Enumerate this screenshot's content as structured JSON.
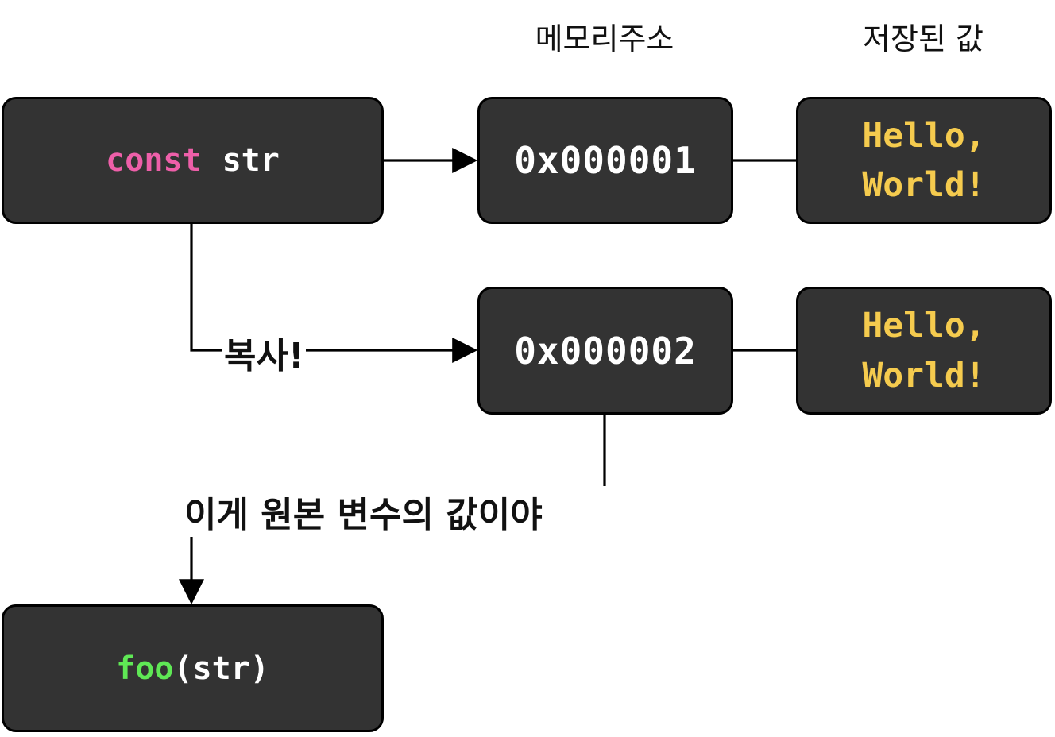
{
  "headers": {
    "memory_address": "메모리주소",
    "stored_value": "저장된 값"
  },
  "nodes": {
    "const_str": {
      "keyword": "const",
      "name": "str"
    },
    "addr_1": "0x000001",
    "addr_2": "0x000002",
    "value_1": {
      "line1": "Hello,",
      "line2": "World!"
    },
    "value_2": {
      "line1": "Hello,",
      "line2": "World!"
    },
    "foo_call": {
      "fn": "foo",
      "args": "(str)"
    }
  },
  "labels": {
    "copy": "복사!",
    "original_value": "이게 원본 변수의 값이야"
  },
  "colors": {
    "box_fill": "#333333",
    "keyword": "#ee5fa9",
    "identifier": "#ffffff",
    "string_value": "#f5cb4e",
    "function_name": "#5fe855",
    "arrow": "#000000"
  }
}
